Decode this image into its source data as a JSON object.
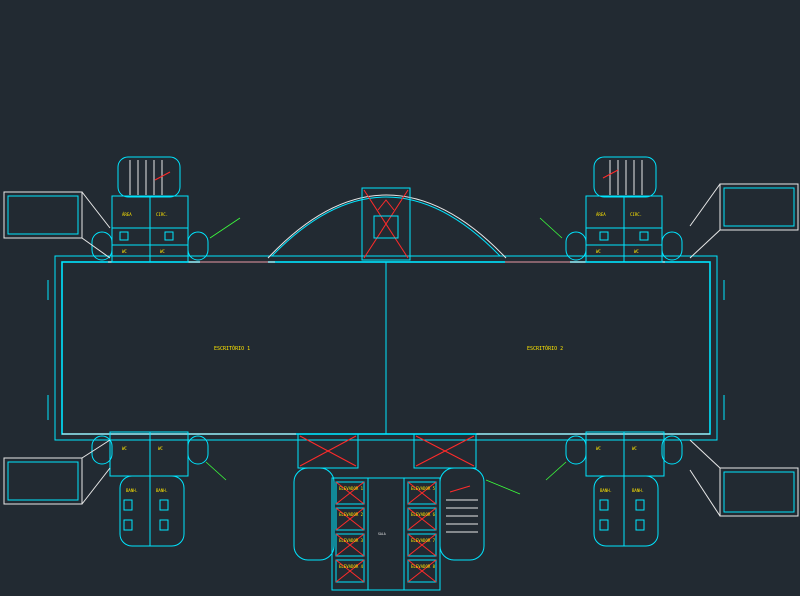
{
  "rooms": {
    "office_1": "ESCRITÓRIO 1",
    "office_2": "ESCRITÓRIO 2",
    "sala": "SALA",
    "elevator_1": "ELEVADOR 1",
    "elevator_2": "ELEVADOR 2",
    "elevator_3": "ELEVADOR 3",
    "elevator_4": "ELEVADOR 4",
    "elevator_5": "ELEVADOR 5",
    "elevator_6": "ELEVADOR 6",
    "elevator_7": "ELEVADOR 7",
    "elevator_8": "ELEVADOR 8"
  },
  "colors": {
    "background": "#222a32",
    "walls": "#00e5ff",
    "outline": "#e8e8e8",
    "hatch": "#ff2a2a",
    "labels": "#ffe600",
    "annotation": "#3cff3c"
  }
}
